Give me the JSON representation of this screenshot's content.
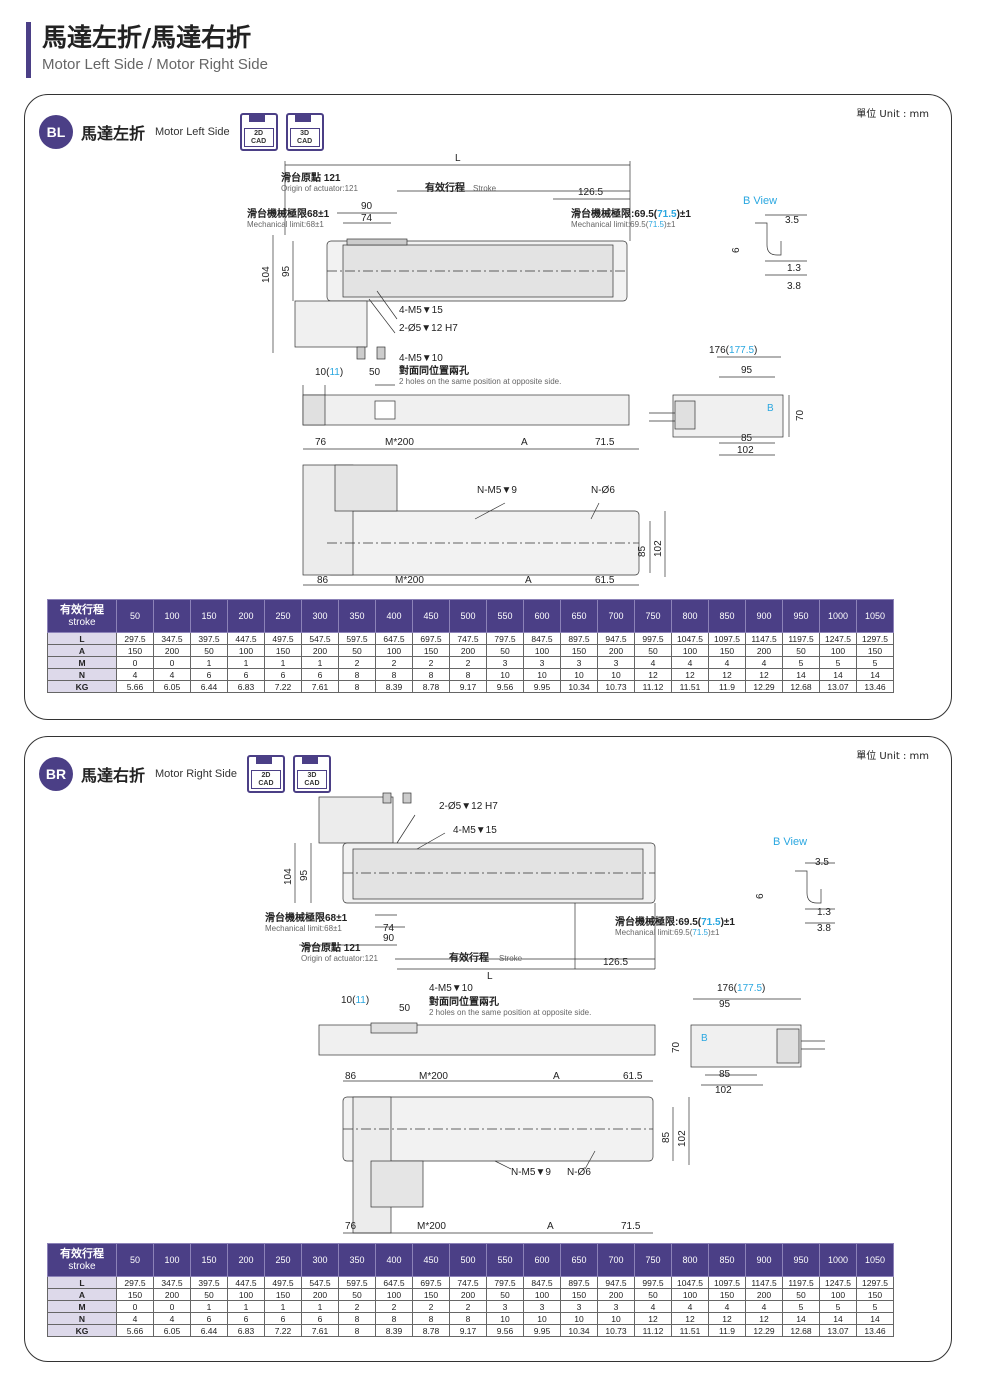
{
  "page": {
    "title": "馬達左折/馬達右折",
    "subtitle": "Motor Left Side / Motor Right Side"
  },
  "colors": {
    "accent": "#4b3f86",
    "highlight": "#2aa7e0",
    "label_bg": "#ddd9ea"
  },
  "unit_label": "單位 Unit : mm",
  "cad_icons": {
    "d2": "2D\nCAD",
    "d3": "3D\nCAD"
  },
  "panels": {
    "bl": {
      "badge": "BL",
      "title_zh": "馬達左折",
      "title_en": "Motor Left Side",
      "labels": {
        "L": "L",
        "origin_zh": "滑台原點 121",
        "origin_en": "Origin of actuator:121",
        "stroke_zh": "有效行程",
        "stroke_en": "Stroke",
        "d126": "126.5",
        "d90": "90",
        "d74": "74",
        "mech_zh": "滑台機械極限68±1",
        "mech_en": "Mechanical limit:68±1",
        "mech_r_zh_a": "滑台機械極限:69.5(",
        "mech_r_zh_b": "71.5",
        "mech_r_zh_c": ")±1",
        "mech_r_en_a": "Mechanical limit:69.5(",
        "mech_r_en_b": "71.5",
        "mech_r_en_c": ")±1",
        "bview": "B View",
        "b35": "3.5",
        "b6": "6",
        "b13": "1.3",
        "b38": "3.8",
        "h104": "104",
        "h95": "95",
        "m5": "4-M5▼15",
        "phi5": "2-Ø5▼12 H7",
        "m5b": "4-M5▼10",
        "holes_zh": "對面同位置兩孔",
        "holes_en": "2 holes on the same position at opposite side.",
        "d10a": "10(",
        "d10b": "11",
        "d10c": ")",
        "d50": "50",
        "d176a": "176(",
        "d176b": "177.5",
        "d176c": ")",
        "d95": "95",
        "d70": "70",
        "d85": "85",
        "d102": "102",
        "bmark": "B",
        "t76": "76",
        "tM200": "M*200",
        "tA": "A",
        "t715": "71.5",
        "nm5": "N-M5▼9",
        "nphi6": "N-Ø6",
        "v85": "85",
        "v102": "102",
        "b86": "86",
        "bM200": "M*200",
        "bA": "A",
        "b615": "61.5"
      }
    },
    "br": {
      "badge": "BR",
      "title_zh": "馬達右折",
      "title_en": "Motor Right Side",
      "labels": {
        "phi5": "2-Ø5▼12 H7",
        "m5": "4-M5▼15",
        "bview": "B View",
        "b35": "3.5",
        "b6": "6",
        "b13": "1.3",
        "b38": "3.8",
        "h104": "104",
        "h95": "95",
        "mech_zh": "滑台機械極限68±1",
        "mech_en": "Mechanical limit:68±1",
        "d74": "74",
        "d90": "90",
        "mech_r_zh_a": "滑台機械極限:69.5(",
        "mech_r_zh_b": "71.5",
        "mech_r_zh_c": ")±1",
        "mech_r_en_a": "Mechanical limit:69.5(",
        "mech_r_en_b": "71.5",
        "mech_r_en_c": ")±1",
        "origin_zh": "滑台原點 121",
        "origin_en": "Origin of actuator:121",
        "stroke_zh": "有效行程",
        "stroke_en": "Stroke",
        "d126": "126.5",
        "L": "L",
        "m5b": "4-M5▼10",
        "holes_zh": "對面同位置兩孔",
        "holes_en": "2 holes on the same position at opposite side.",
        "d10a": "10(",
        "d10b": "11",
        "d10c": ")",
        "d50": "50",
        "d176a": "176(",
        "d176b": "177.5",
        "d176c": ")",
        "d95": "95",
        "d70": "70",
        "d85": "85",
        "d102": "102",
        "bmark": "B",
        "t86": "86",
        "tM200": "M*200",
        "tA": "A",
        "t615": "61.5",
        "v85": "85",
        "v102": "102",
        "nm5": "N-M5▼9",
        "nphi6": "N-Ø6",
        "b76": "76",
        "bM200": "M*200",
        "bA": "A",
        "b715": "71.5"
      }
    }
  },
  "table": {
    "head_zh": "有效行程",
    "head_en": "stroke",
    "strokes": [
      "50",
      "100",
      "150",
      "200",
      "250",
      "300",
      "350",
      "400",
      "450",
      "500",
      "550",
      "600",
      "650",
      "700",
      "750",
      "800",
      "850",
      "900",
      "950",
      "1000",
      "1050"
    ],
    "rows": [
      {
        "label": "L",
        "values": [
          "297.5",
          "347.5",
          "397.5",
          "447.5",
          "497.5",
          "547.5",
          "597.5",
          "647.5",
          "697.5",
          "747.5",
          "797.5",
          "847.5",
          "897.5",
          "947.5",
          "997.5",
          "1047.5",
          "1097.5",
          "1147.5",
          "1197.5",
          "1247.5",
          "1297.5"
        ]
      },
      {
        "label": "A",
        "values": [
          "150",
          "200",
          "50",
          "100",
          "150",
          "200",
          "50",
          "100",
          "150",
          "200",
          "50",
          "100",
          "150",
          "200",
          "50",
          "100",
          "150",
          "200",
          "50",
          "100",
          "150"
        ]
      },
      {
        "label": "M",
        "values": [
          "0",
          "0",
          "1",
          "1",
          "1",
          "1",
          "2",
          "2",
          "2",
          "2",
          "3",
          "3",
          "3",
          "3",
          "4",
          "4",
          "4",
          "4",
          "5",
          "5",
          "5"
        ]
      },
      {
        "label": "N",
        "values": [
          "4",
          "4",
          "6",
          "6",
          "6",
          "6",
          "8",
          "8",
          "8",
          "8",
          "10",
          "10",
          "10",
          "10",
          "12",
          "12",
          "12",
          "12",
          "14",
          "14",
          "14"
        ]
      },
      {
        "label": "KG",
        "values": [
          "5.66",
          "6.05",
          "6.44",
          "6.83",
          "7.22",
          "7.61",
          "8",
          "8.39",
          "8.78",
          "9.17",
          "9.56",
          "9.95",
          "10.34",
          "10.73",
          "11.12",
          "11.51",
          "11.9",
          "12.29",
          "12.68",
          "13.07",
          "13.46"
        ]
      }
    ]
  }
}
